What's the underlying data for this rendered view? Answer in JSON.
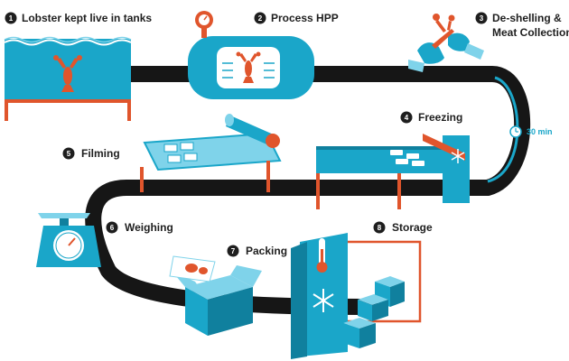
{
  "colors": {
    "teal": "#1aa6c9",
    "teal_dark": "#10809e",
    "teal_light": "#7fd3ea",
    "belt": "#161616",
    "orange": "#e0552c",
    "white": "#ffffff"
  },
  "steps": [
    {
      "number": "1",
      "label": "Lobster kept live in tanks"
    },
    {
      "number": "2",
      "label": "Process HPP"
    },
    {
      "number": "3",
      "label": "De-shelling &",
      "label2": "Meat Collection"
    },
    {
      "number": "4",
      "label": "Freezing"
    },
    {
      "number": "5",
      "label": "Filming"
    },
    {
      "number": "6",
      "label": "Weighing"
    },
    {
      "number": "7",
      "label": "Packing"
    },
    {
      "number": "8",
      "label": "Storage"
    }
  ],
  "duration": "30 min",
  "icons": {
    "tank": "lobster-tank-icon",
    "hpp": "hpp-vessel-icon",
    "gauge": "pressure-gauge-icon",
    "hands": "gloved-hands-icon",
    "freezer": "snowflake-icon",
    "scale": "weighing-scale-icon",
    "box": "cardboard-box-icon",
    "thermometer": "thermometer-icon",
    "clock": "clock-icon"
  }
}
